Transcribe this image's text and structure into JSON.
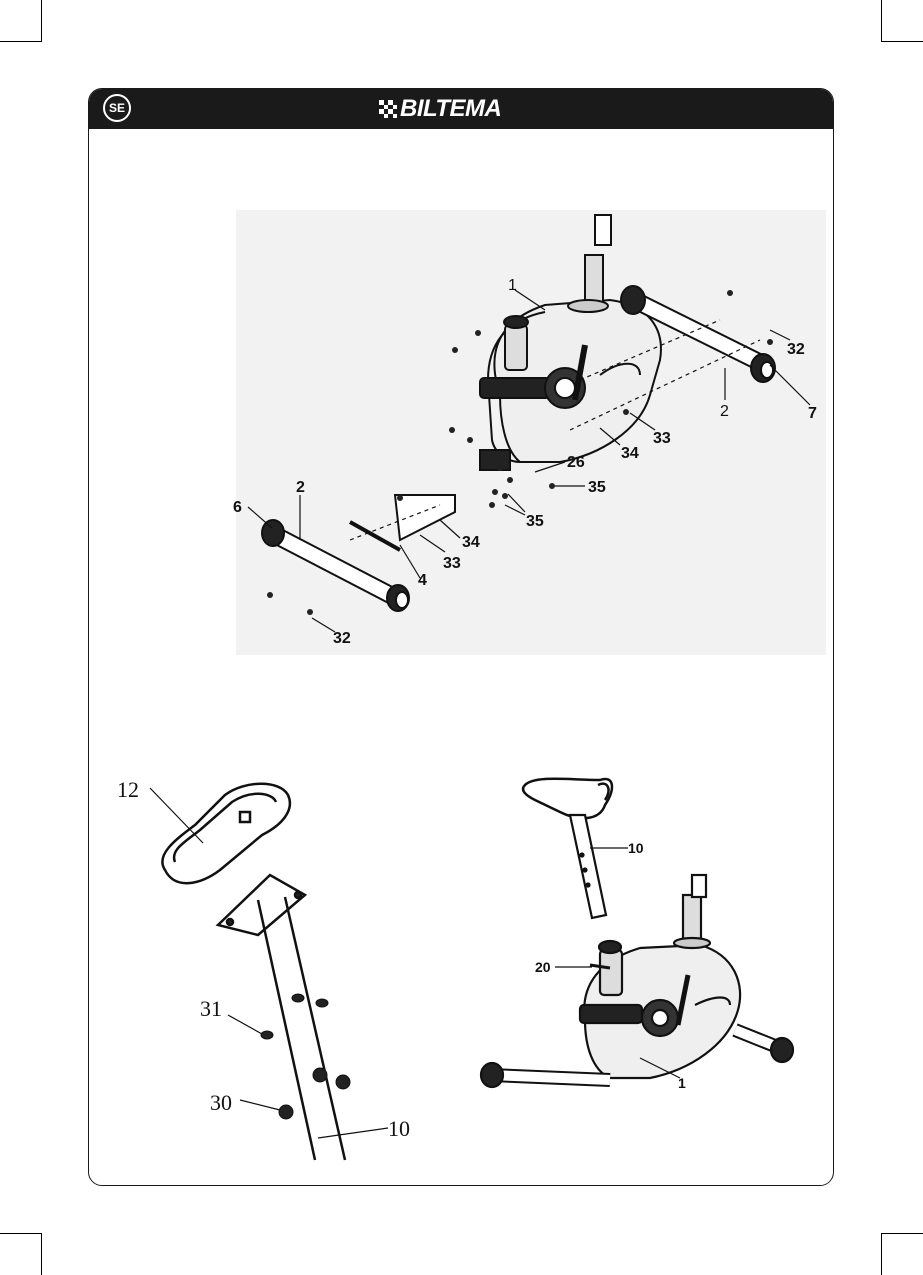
{
  "header": {
    "language_badge": "SE",
    "brand": "BILTEMA"
  },
  "diagram_top": {
    "labels": {
      "l1": "1",
      "l2a": "2",
      "l2b": "2",
      "l4": "4",
      "l6": "6",
      "l7": "7",
      "l26": "26",
      "l32a": "32",
      "l32b": "32",
      "l33a": "33",
      "l33b": "33",
      "l34a": "34",
      "l34b": "34",
      "l35a": "35",
      "l35b": "35"
    }
  },
  "diagram_bottom_left": {
    "labels": {
      "l12": "12",
      "l31": "31",
      "l30": "30",
      "l10": "10"
    }
  },
  "diagram_bottom_right": {
    "labels": {
      "l10": "10",
      "l20": "20",
      "l1": "1"
    }
  }
}
